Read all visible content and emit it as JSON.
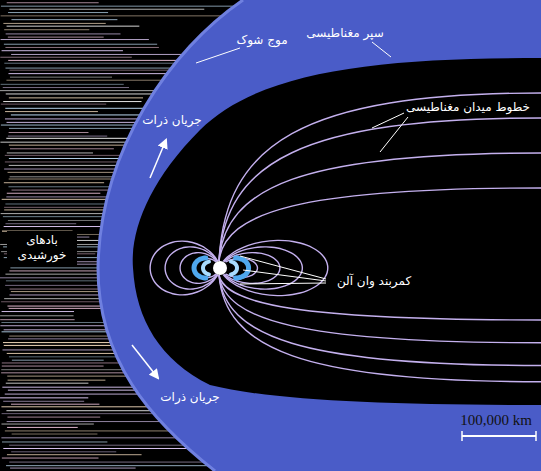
{
  "diagram": {
    "labels": [
      "سپر مغناطیسی",
      "موج شوک",
      "خطوط میدان مغناطیسی",
      "جریان ذرات",
      "بادهای خورشیدی",
      "کمربند وان آلن",
      "جریان ذرات",
      "100,000 km"
    ]
  }
}
